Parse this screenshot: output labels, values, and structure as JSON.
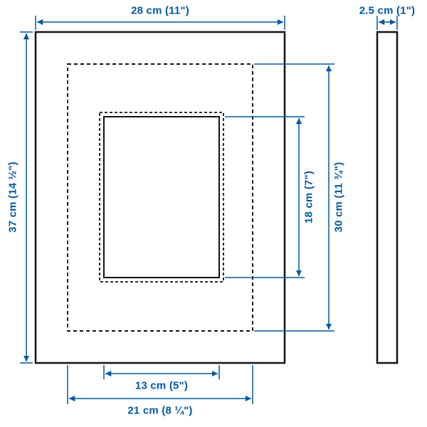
{
  "diagram": {
    "colors": {
      "dimension_blue": "#0058a3",
      "outline_dark": "#111111",
      "background": "#ffffff"
    },
    "dimensions": {
      "outer_width": "28 cm (11\")",
      "frame_depth": "2.5 cm (1\")",
      "outer_height": "37 cm (14 ½\")",
      "opening_height": "18 cm (7\")",
      "mat_picture_height": "30 cm (11 ¾\")",
      "opening_width": "13 cm (5\")",
      "mat_picture_width": "21 cm (8 ¼\")"
    }
  }
}
